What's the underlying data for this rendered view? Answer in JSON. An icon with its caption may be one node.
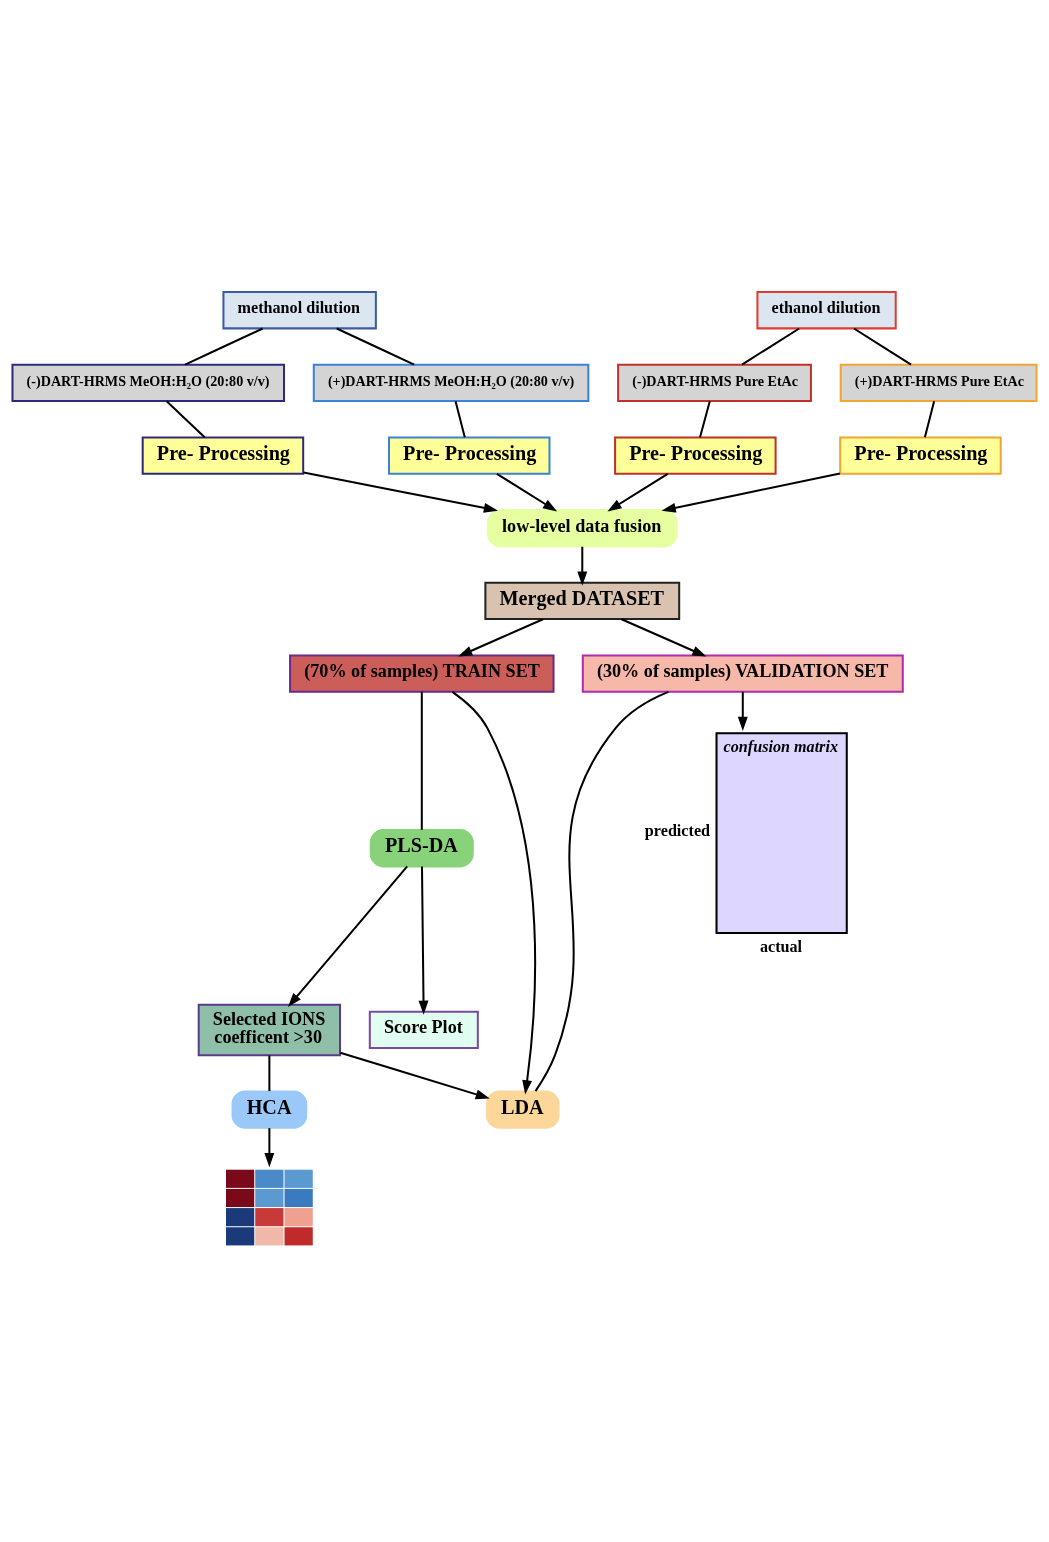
{
  "diagram": {
    "nodes": [
      {
        "text": [
          "methanol dilution"
        ]
      },
      {
        "text": [
          "ethanol dilution"
        ]
      },
      {
        "text": [
          "(-)DART-HRMS MeOH:H₂O (20:80 v/v)"
        ]
      },
      {
        "text": [
          "(+)DART-HRMS MeOH:H₂O (20:80 v/v)"
        ]
      },
      {
        "text": [
          "(-)DART-HRMS Pure EtAc"
        ]
      },
      {
        "text": [
          "(+)DART-HRMS Pure EtAc"
        ]
      },
      {
        "text": [
          "Pre- Processing"
        ]
      },
      {
        "text": [
          "Pre- Processing"
        ]
      },
      {
        "text": [
          "Pre- Processing"
        ]
      },
      {
        "text": [
          "Pre- Processing"
        ]
      },
      {
        "text": [
          "low-level data fusion"
        ]
      },
      {
        "text": [
          "Merged DATASET"
        ]
      },
      {
        "text": [
          "(70% of samples) TRAIN SET"
        ]
      },
      {
        "text": [
          "PLS-DA"
        ]
      },
      {
        "text": [
          "LDA"
        ]
      },
      {
        "text": [
          "(30% of samples) VALIDATION SET"
        ]
      },
      {
        "text": [
          "Selected IONS",
          "coefficent >30"
        ]
      },
      {
        "text": [
          "Score Plot"
        ]
      },
      {
        "text": [
          "confusion matrix"
        ],
        "beside": [
          "predicted",
          "actual"
        ]
      },
      {
        "text": [
          "HCA"
        ]
      },
      {
        "text": [],
        "shape": "picture"
      }
    ],
    "edges": [
      {
        "from": 0,
        "to": 2,
        "arrow": "none"
      },
      {
        "from": 0,
        "to": 3,
        "arrow": "none"
      },
      {
        "from": 1,
        "to": 4,
        "arrow": "none"
      },
      {
        "from": 1,
        "to": 5,
        "arrow": "none"
      },
      {
        "from": 2,
        "to": 6,
        "arrow": "none"
      },
      {
        "from": 3,
        "to": 7,
        "arrow": "none"
      },
      {
        "from": 4,
        "to": 8,
        "arrow": "none"
      },
      {
        "from": 5,
        "to": 9,
        "arrow": "none"
      },
      {
        "from": 6,
        "to": 10,
        "arrow": "to"
      },
      {
        "from": 7,
        "to": 10,
        "arrow": "to"
      },
      {
        "from": 8,
        "to": 10,
        "arrow": "to"
      },
      {
        "from": 9,
        "to": 10,
        "arrow": "to"
      },
      {
        "from": 10,
        "to": 11,
        "arrow": "to"
      },
      {
        "from": 11,
        "to": 12,
        "arrow": "to"
      },
      {
        "from": 11,
        "to": 15,
        "arrow": "to"
      },
      {
        "from": 12,
        "to": 14,
        "arrow": "to"
      },
      {
        "from": 12,
        "to": 13,
        "arrow": "none"
      },
      {
        "from": 13,
        "to": 16,
        "arrow": "to"
      },
      {
        "from": 13,
        "to": 17,
        "arrow": "to"
      },
      {
        "from": 16,
        "to": 14,
        "arrow": "to"
      },
      {
        "from": 15,
        "to": 14,
        "arrow": "none"
      },
      {
        "from": 15,
        "to": 18,
        "arrow": "to"
      },
      {
        "from": 16,
        "to": 19,
        "arrow": "none"
      },
      {
        "from": 19,
        "to": 20,
        "arrow": "to"
      }
    ]
  }
}
